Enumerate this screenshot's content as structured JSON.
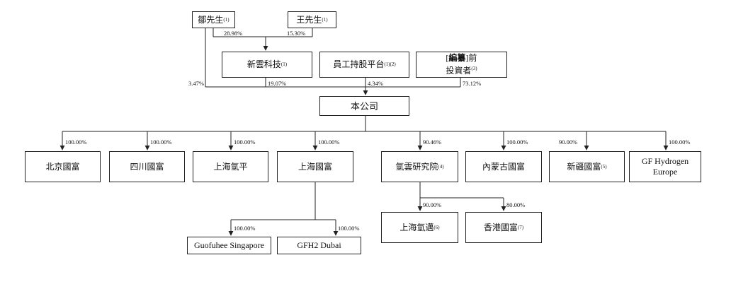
{
  "shareholders": {
    "mr_zou": {
      "label": "鄒先生",
      "note": "(1)"
    },
    "mr_wang": {
      "label": "王先生",
      "note": "(1)"
    }
  },
  "holding_entities": {
    "xinyun_tech": {
      "label": "新雲科技",
      "note": "(1)"
    },
    "esop_platform": {
      "label": "員工持股平台",
      "note": "(1)(2)"
    },
    "pre_investors": {
      "line1_bracket_open": "[",
      "line1_bold": "編纂",
      "line1_rest": "]前",
      "line2": "投資者",
      "note": "(3)"
    }
  },
  "company": {
    "label": "本公司"
  },
  "subsidiaries": [
    {
      "label": "北京國富",
      "note": "",
      "pct": "100.00%"
    },
    {
      "label": "四川國富",
      "note": "",
      "pct": "100.00%"
    },
    {
      "label": "上海氫平",
      "note": "",
      "pct": "100.00%"
    },
    {
      "label": "上海國富",
      "note": "",
      "pct": "100.00%"
    },
    {
      "label": "氫雲研究院",
      "note": "(4)",
      "pct": "90.46%"
    },
    {
      "label": "內蒙古國富",
      "note": "",
      "pct": "100.00%"
    },
    {
      "label": "新疆國富",
      "note": "(5)",
      "pct": "90.00%"
    },
    {
      "label": "GF Hydrogen Europe",
      "note": "",
      "pct": "100.00%"
    }
  ],
  "sub_subsidiaries": [
    {
      "label": "Guofuhee Singapore",
      "note": "",
      "pct": "100.00%"
    },
    {
      "label": "GFH2 Dubai",
      "note": "",
      "pct": "100.00%"
    },
    {
      "label": "上海氫邁",
      "note": "(6)",
      "pct": "90.00%"
    },
    {
      "label": "香港國富",
      "note": "(7)",
      "pct": "80.00%"
    }
  ],
  "holdings": {
    "zou_in_xinyun": "28.98%",
    "wang_in_xinyun": "15.30%",
    "zou_in_company": "3.47%",
    "xinyun_in_company": "19.07%",
    "esop_in_company": "4.34%",
    "pre_investors_in_company": "73.12%"
  }
}
